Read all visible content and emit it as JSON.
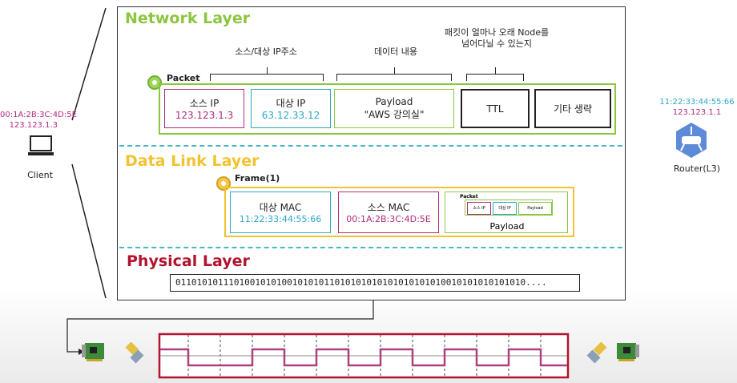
{
  "client": {
    "mac": "00:1A:2B:3C:4D:5E",
    "ip": "123.123.1.3",
    "label": "Client"
  },
  "router": {
    "mac": "11:22:33:44:55:66",
    "ip": "123.123.1.1",
    "label": "Router(L3)"
  },
  "network_layer": {
    "title": "Network Layer",
    "packet_tag": "Packet",
    "annotations": {
      "src_dst": "소스/대상 IP주소",
      "data": "데이터 내용",
      "ttl_line1": "패킷이 얼마나 오래 Node를",
      "ttl_line2": "넘어다닐 수 있는지"
    },
    "fields": {
      "src_label": "소스 IP",
      "src_ip": "123.123.1.3",
      "dst_label": "대상 IP",
      "dst_ip": "63.12.33.12",
      "payload_label": "Payload",
      "payload_value": "\"AWS 강의실\"",
      "ttl": "TTL",
      "other": "기타 생략"
    }
  },
  "data_link_layer": {
    "title": "Data Link Layer",
    "frame_tag": "Frame(1)",
    "fields": {
      "dst_label": "대상 MAC",
      "dst_mac": "11:22:33:44:55:66",
      "src_label": "소스 MAC",
      "src_mac": "00:1A:2B:3C:4D:5E",
      "payload_label": "Payload"
    },
    "mini_packet": {
      "tag": "Packet",
      "src": "소스 IP",
      "dst": "대상 IP",
      "payload": "Payload"
    }
  },
  "physical_layer": {
    "title": "Physical Layer",
    "bits": "011010101110100101010010101011010101010101010101010010101010101010...."
  },
  "colors": {
    "network": "#8cc63f",
    "data_link": "#f2c230",
    "physical": "#b2132e",
    "teal": "#2aa8c4",
    "magenta": "#b02a7e",
    "separator": "#4ab6c9"
  },
  "icons": {
    "client": "laptop-icon",
    "router": "router-icon",
    "packet": "gear-icon",
    "nic": "network-card-icon",
    "connector": "ethernet-connector-icon"
  }
}
